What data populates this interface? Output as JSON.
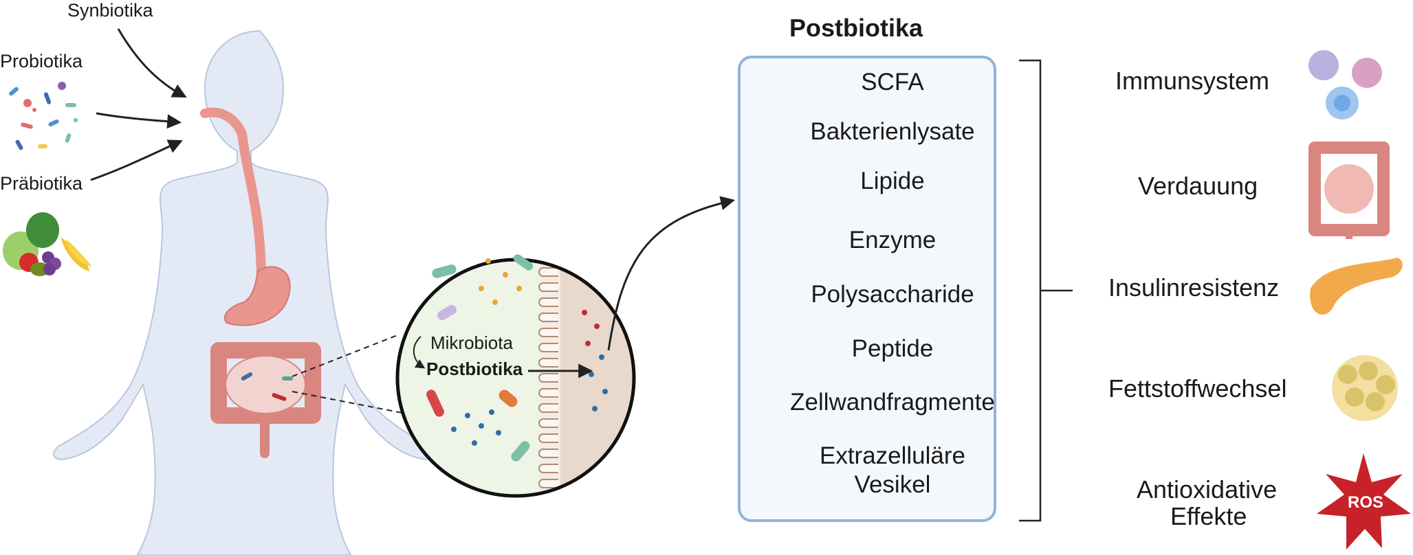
{
  "inputs": {
    "synbiotika": "Synbiotika",
    "probiotika": "Probiotika",
    "prabiotika": "Präbiotika"
  },
  "zoom": {
    "mikrobiota": "Mikrobiota",
    "postbiotika": "Postbiotika"
  },
  "postbiotika_box": {
    "title": "Postbiotika",
    "items": [
      "SCFA",
      "Bakterienlysate",
      "Lipide",
      "Enzyme",
      "Polysaccharide",
      "Peptide",
      "Zellwandfragmente",
      "Extrazelluläre",
      "Vesikel"
    ]
  },
  "effects": {
    "immunsystem": "Immunsystem",
    "verdauung": "Verdauung",
    "insulinresistenz": "Insulinresistenz",
    "fettstoffwechsel": "Fettstoffwechsel",
    "antioxidative_1": "Antioxidative",
    "antioxidative_2": "Effekte",
    "ros_label": "ROS"
  },
  "colors": {
    "body": "#e3eaf6",
    "body_outline": "#b9c6de",
    "digestive": "#e9968e",
    "box_border": "#8fb4d8",
    "box_fill": "#f4f8fc",
    "ros_star": "#c7222a"
  }
}
